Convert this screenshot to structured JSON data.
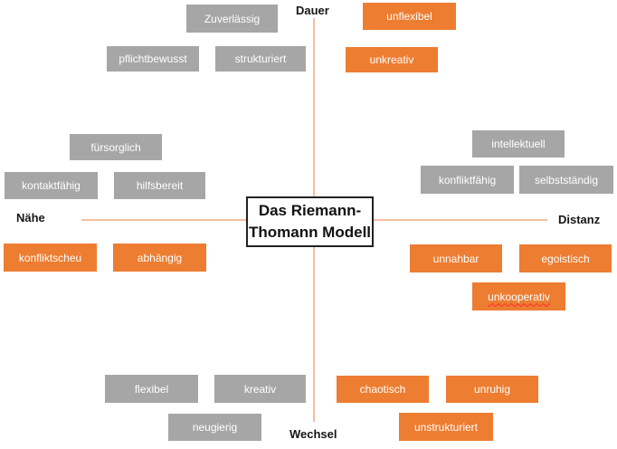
{
  "title": {
    "line1": "Das Riemann-",
    "line2": "Thomann Modell"
  },
  "axes": {
    "top": "Dauer",
    "bottom": "Wechsel",
    "left": "Nähe",
    "right": "Distanz"
  },
  "colors": {
    "orange": "#ED7D31",
    "gray": "#A6A6A6",
    "axis_line": "#F5BE9E",
    "box_text": "#FFFFFF",
    "spellcheck_underline": "#FF2A2A"
  },
  "boxes": [
    {
      "label": "Zuverlässig",
      "variant": "gray"
    },
    {
      "label": "unflexibel",
      "variant": "orange"
    },
    {
      "label": "pflichtbewusst",
      "variant": "gray"
    },
    {
      "label": "strukturiert",
      "variant": "gray"
    },
    {
      "label": "unkreativ",
      "variant": "orange"
    },
    {
      "label": "fürsorglich",
      "variant": "gray"
    },
    {
      "label": "intellektuell",
      "variant": "gray"
    },
    {
      "label": "kontaktfähig",
      "variant": "gray"
    },
    {
      "label": "hilfsbereit",
      "variant": "gray"
    },
    {
      "label": "konfliktfähig",
      "variant": "gray"
    },
    {
      "label": "selbstständig",
      "variant": "gray"
    },
    {
      "label": "konfliktscheu",
      "variant": "orange"
    },
    {
      "label": "abhängig",
      "variant": "orange"
    },
    {
      "label": "unnahbar",
      "variant": "orange"
    },
    {
      "label": "egoistisch",
      "variant": "orange"
    },
    {
      "label": "unkooperativ",
      "variant": "orange",
      "spellcheck_underline": true
    },
    {
      "label": "flexibel",
      "variant": "gray"
    },
    {
      "label": "kreativ",
      "variant": "gray"
    },
    {
      "label": "chaotisch",
      "variant": "orange"
    },
    {
      "label": "unruhig",
      "variant": "orange"
    },
    {
      "label": "neugierig",
      "variant": "gray"
    },
    {
      "label": "unstrukturiert",
      "variant": "orange"
    }
  ]
}
